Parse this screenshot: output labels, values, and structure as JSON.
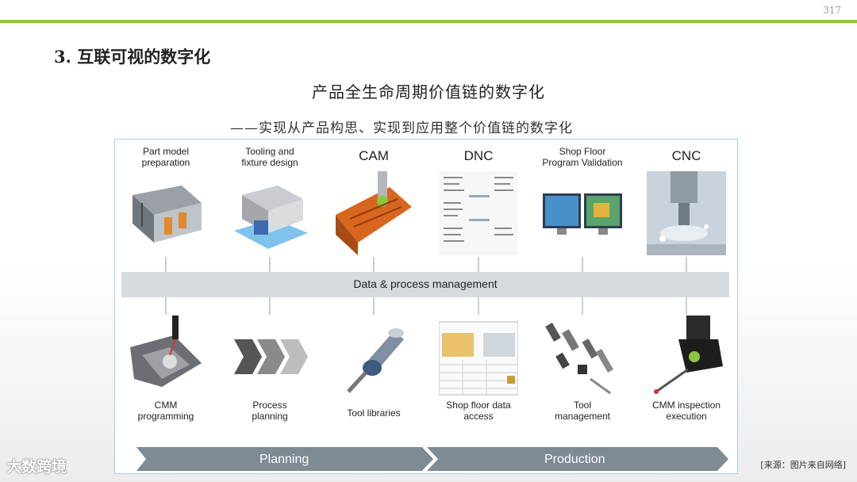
{
  "page_number": "317",
  "section_title": "3. 互联可视的数字化",
  "main_title": "产品全生命周期价值链的数字化",
  "sub_title": "——实现从产品构思、实现到应用整个价值链的数字化",
  "diagram": {
    "top_items": [
      {
        "label": "Part model\npreparation",
        "icon": "part-model-image"
      },
      {
        "label": "Tooling and\nfixture design",
        "icon": "fixture-image"
      },
      {
        "label": "CAM",
        "icon": "cam-part-image"
      },
      {
        "label": "DNC",
        "icon": "dnc-code-image"
      },
      {
        "label": "Shop Floor\nProgram Validation",
        "icon": "monitors-image"
      },
      {
        "label": "CNC",
        "icon": "cnc-machining-image"
      }
    ],
    "middle_bar": "Data & process management",
    "bottom_items": [
      {
        "label": "CMM\nprogramming",
        "icon": "cmm-probe-image"
      },
      {
        "label": "Process\nplanning",
        "icon": "chevrons-image"
      },
      {
        "label": "Tool libraries",
        "icon": "tool-holder-image"
      },
      {
        "label": "Shop floor data\naccess",
        "icon": "program-sheet-image"
      },
      {
        "label": "Tool\nmanagement",
        "icon": "tool-set-image"
      },
      {
        "label": "CMM inspection\nexecution",
        "icon": "inspection-probe-image"
      }
    ],
    "phases": [
      "Planning",
      "Production"
    ]
  },
  "watermark": "大数跨境",
  "source": "[来源：图片来自网络]",
  "colors": {
    "accent_line": "#8dc63f",
    "bar": "#d6dbe0",
    "arrow": "#7e8a94",
    "border": "#a9cfe6"
  }
}
